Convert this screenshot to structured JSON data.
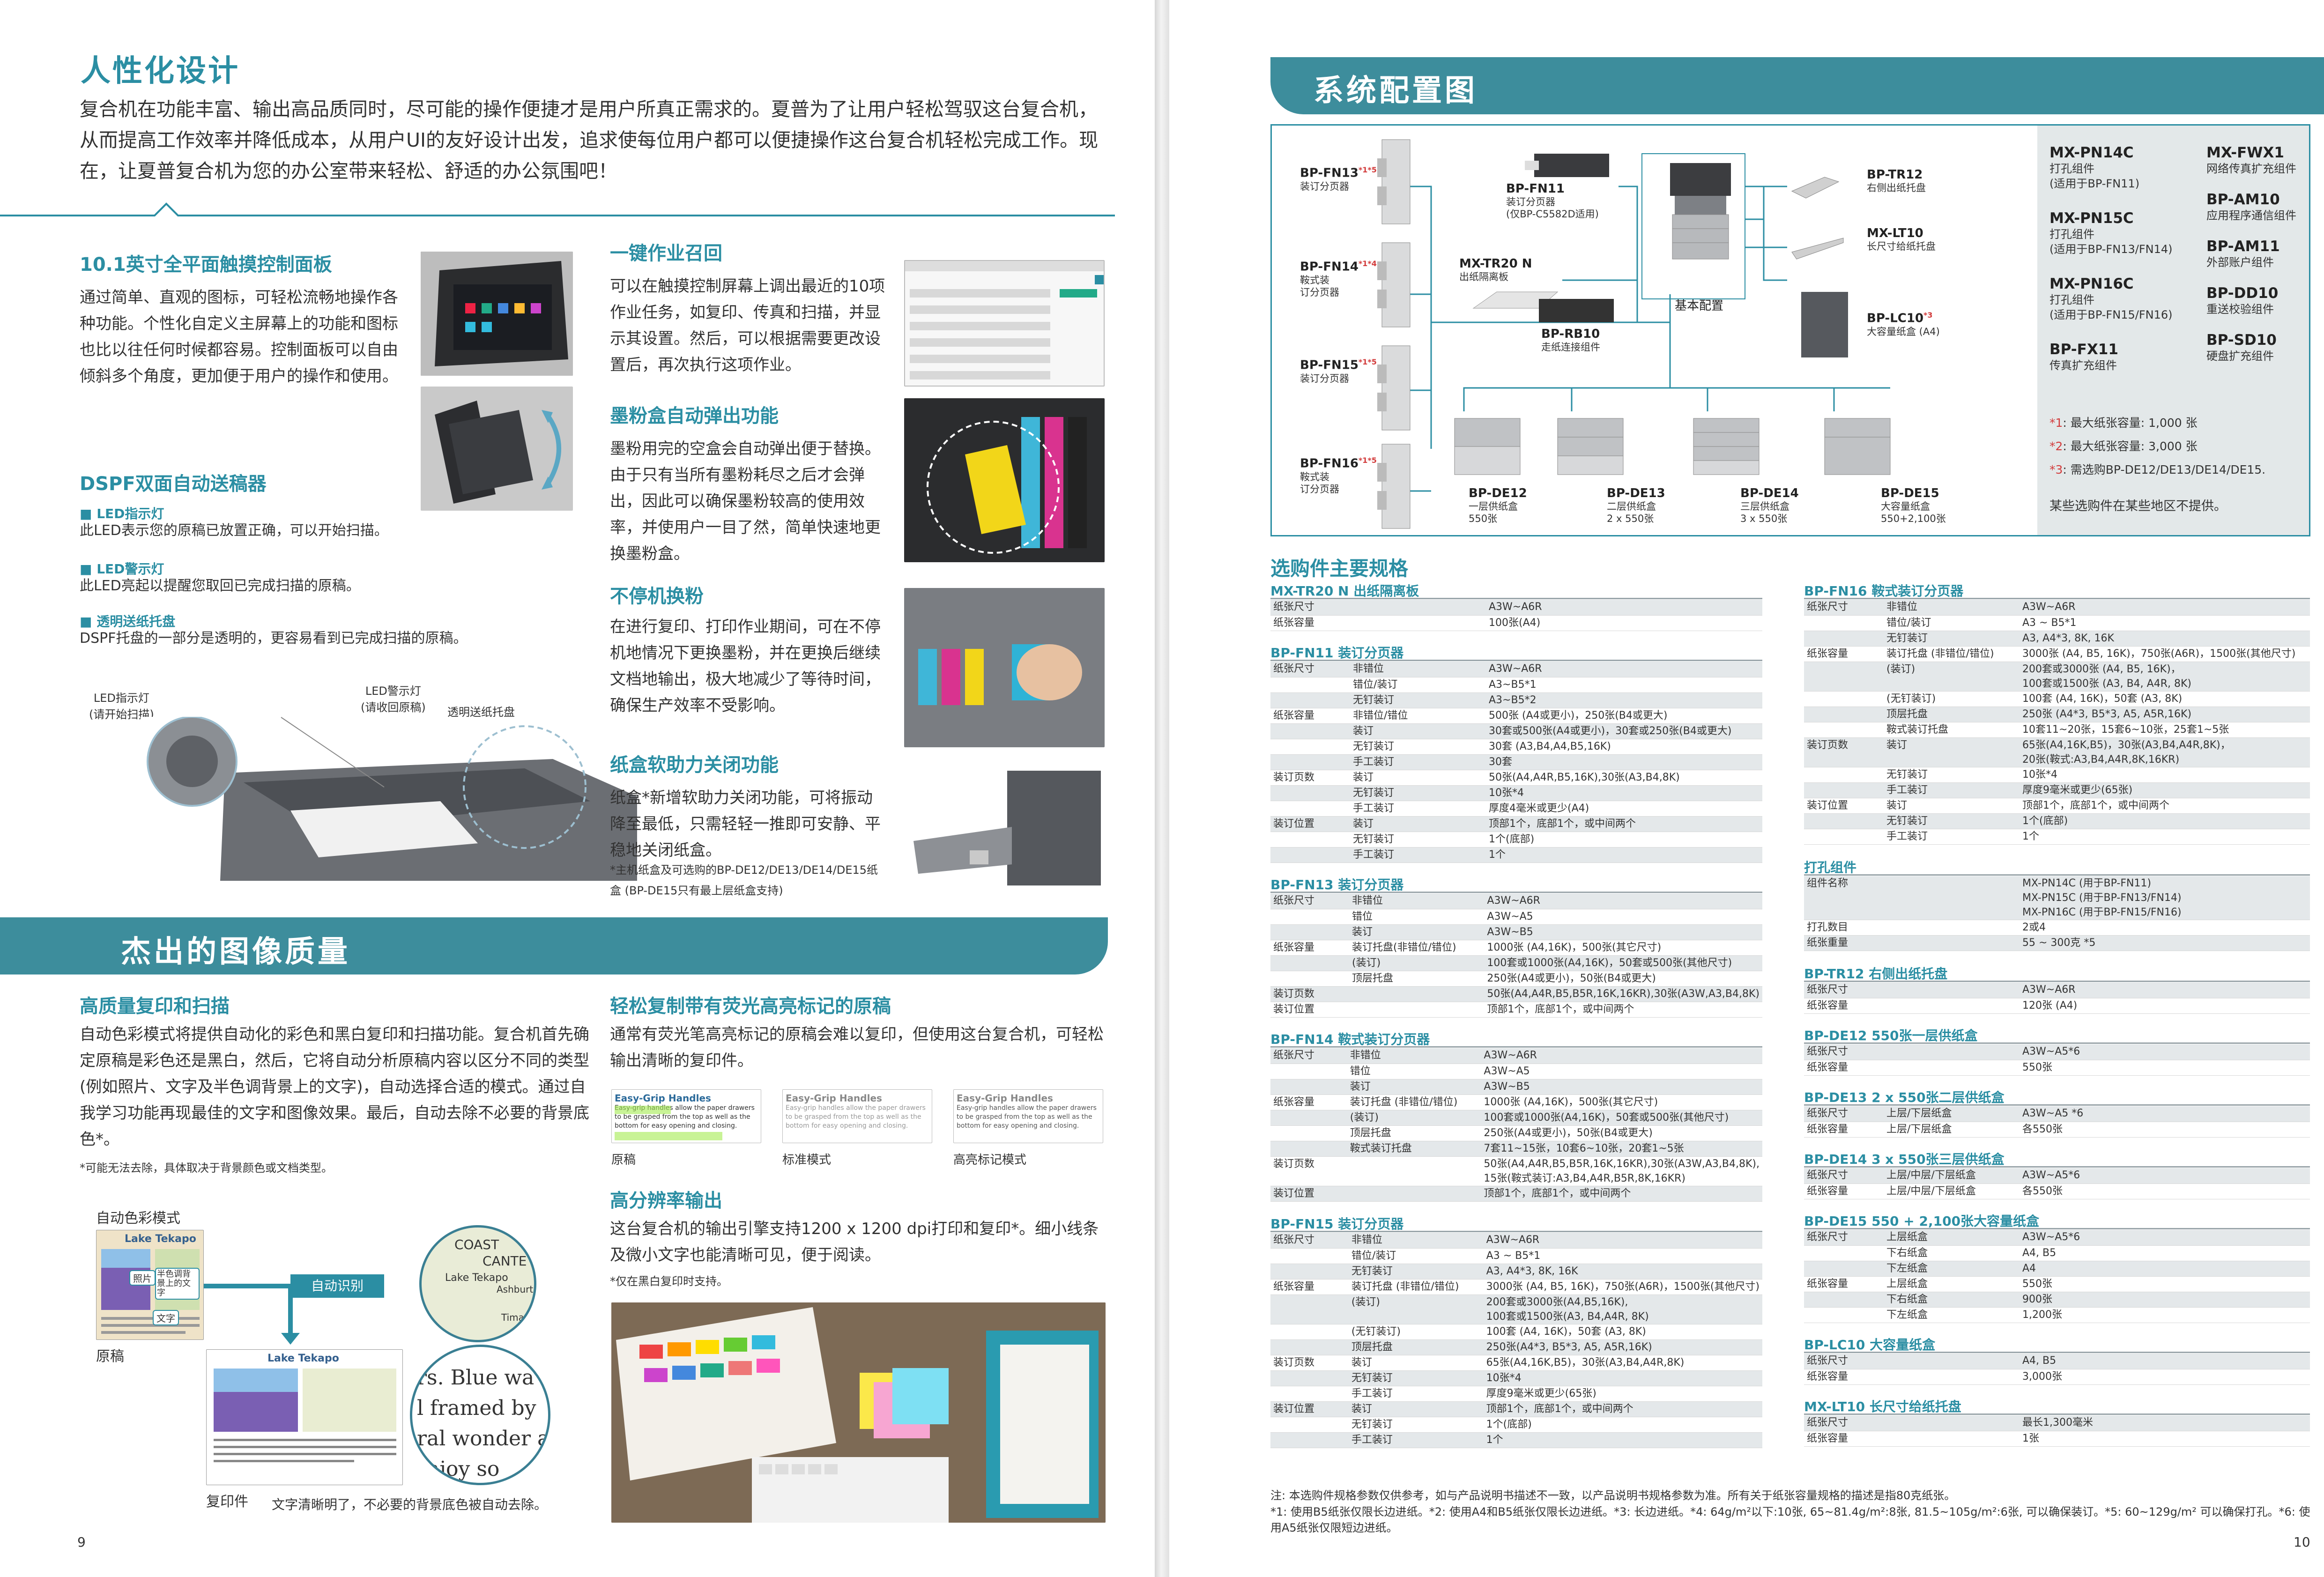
{
  "left": {
    "title": "人性化设计",
    "intro": "复合机在功能丰富、输出高品质同时，尽可能的操作便捷才是用户所真正需求的。夏普为了让用户轻松驾驭这台复合机，从而提高工作效率并降低成本，从用户UI的友好设计出发，追求使每位用户都可以便捷操作这台复合机轻松完成工作。现在，让夏普复合机为您的办公室带来轻松、舒适的办公氛围吧！",
    "panel": {
      "title": "10.1英寸全平面触摸控制面板",
      "text": "通过简单、直观的图标，可轻松流畅地操作各种功能。个性化自定义主屏幕上的功能和图标也比以往任何时候都容易。控制面板可以自由倾斜多个角度，更加便于用户的操作和使用。"
    },
    "dspf": {
      "title": "DSPF双面自动送稿器",
      "items": [
        {
          "head": "■ LED指示灯",
          "text": "此LED表示您的原稿已放置正确，可以开始扫描。"
        },
        {
          "head": "■ LED警示灯",
          "text": "此LED亮起以提醒您取回已完成扫描的原稿。"
        },
        {
          "head": "■ 透明送纸托盘",
          "text": "DSPF托盘的一部分是透明的，更容易看到已完成扫描的原稿。"
        }
      ],
      "callouts": [
        "LED指示灯\n(请开始扫描)",
        "LED警示灯\n(请收回原稿)",
        "透明送纸托盘"
      ]
    },
    "recall": {
      "title": "一键作业召回",
      "text": "可以在触摸控制屏幕上调出最近的10项作业任务，如复印、传真和扫描，并显示其设置。然后，可以根据需要更改设置后，再次执行这项作业。"
    },
    "toner": {
      "title": "墨粉盒自动弹出功能",
      "text": "墨粉用完的空盒会自动弹出便于替换。由于只有当所有墨粉耗尽之后才会弹出，因此可以确保墨粉较高的使用效率，并使用户一目了然，简单快速地更换墨粉盒。"
    },
    "nonstop": {
      "title": "不停机换粉",
      "text": "在进行复印、打印作业期间，可在不停机地情况下更换墨粉，并在更换后继续文档地输出，极大地减少了等待时间，确保生产效率不受影响。"
    },
    "softclose": {
      "title": "纸盒软助力关闭功能",
      "text": "纸盒*新增软助力关闭功能，可将振动降至最低，只需轻轻一推即可安静、平稳地关闭纸盒。",
      "note": "*主机纸盒及可选购的BP-DE12/DE13/DE14/DE15纸盒 (BP-DE15只有最上层纸盒支持)"
    },
    "banner": "杰出的图像质量",
    "hq": {
      "title": "高质量复印和扫描",
      "text": "自动色彩模式将提供自动化的彩色和黑白复印和扫描功能。复合机首先确定原稿是彩色还是黑白，然后，它将自动分析原稿内容以区分不同的类型(例如照片、文字及半色调背景上的文字)，自动选择合适的模式。通过自我学习功能再现最佳的文字和图像效果。最后，自动去除不必要的背景底色*。",
      "note": "*可能无法去除，具体取决于背景颜色或文档类型。",
      "acm": "自动色彩模式",
      "auto": "自动识别",
      "orig": "原稿",
      "copy": "复印件",
      "caption": "文字清晰明了，不必要的背景底色被自动去除。",
      "lake": "Lake Tekapo",
      "photo": "照片",
      "halftone": "半色调背景上的文字",
      "text_tag": "文字",
      "map1": "COAST",
      "map2": "CANTE",
      "map3": "Lake Tekapo",
      "map4": "Ashburt",
      "map5": "Timaru",
      "zoom1": "rs. Blue wa",
      "zoom2": "l framed by",
      "zoom3": "ral wonder a",
      "zoom4": "njoy so"
    },
    "hl": {
      "title": "轻松复制带有荧光高亮标记的原稿",
      "text": "通常有荧光笔高亮标记的原稿会难以复印，但使用这台复合机，可轻松输出清晰的复印件。",
      "samples": [
        "原稿",
        "标准模式",
        "高亮标记模式"
      ],
      "sample_head": "Easy-Grip Handles",
      "sample_body": "Easy-grip handles allow the paper drawers to be grasped from the top as well as the bottom for easy opening and closing."
    },
    "res": {
      "title": "高分辨率输出",
      "text": "这台复合机的输出引擎支持1200 x 1200 dpi打印和复印*。细小线条及微小文字也能清晰可见，便于阅读。",
      "note": "*仅在黑白复印时支持。"
    },
    "page_no": "9"
  },
  "right": {
    "banner": "系统配置图",
    "diagram": {
      "fn13": {
        "name": "BP-FN13",
        "mark": "*1*5",
        "desc": "装订分页器"
      },
      "fn14": {
        "name": "BP-FN14",
        "mark": "*1*4",
        "desc": "鞍式装\n订分页器"
      },
      "fn15": {
        "name": "BP-FN15",
        "mark": "*1*5",
        "desc": "装订分页器"
      },
      "fn16": {
        "name": "BP-FN16",
        "mark": "*1*5",
        "desc": "鞍式装\n订分页器"
      },
      "fn11": {
        "name": "BP-FN11",
        "desc": "装订分页器\n(仅BP-C5582D适用)"
      },
      "tr20": {
        "name": "MX-TR20 N",
        "desc": "出纸隔离板"
      },
      "rb10": {
        "name": "BP-RB10",
        "desc": "走纸连接组件"
      },
      "tr12": {
        "name": "BP-TR12",
        "desc": "右侧出纸托盘"
      },
      "lt10": {
        "name": "MX-LT10",
        "desc": "长尺寸给纸托盘"
      },
      "lc10": {
        "name": "BP-LC10",
        "mark": "*3",
        "desc": "大容量纸盒 (A4)"
      },
      "base": "基本配置",
      "de12": {
        "name": "BP-DE12",
        "desc": "一层供纸盒\n550张"
      },
      "de13": {
        "name": "BP-DE13",
        "desc": "二层供纸盒\n2 x 550张"
      },
      "de14": {
        "name": "BP-DE14",
        "desc": "三层供纸盒\n3 x 550张"
      },
      "de15": {
        "name": "BP-DE15",
        "desc": "大容量纸盒\n550+2,100张"
      },
      "side": [
        {
          "name": "MX-PN14C",
          "desc": "打孔组件\n(适用于BP-FN11)"
        },
        {
          "name": "MX-FWX1",
          "desc": "网络传真扩充组件"
        },
        {
          "name": "MX-PN15C",
          "desc": "打孔组件\n(适用于BP-FN13/FN14)"
        },
        {
          "name": "BP-AM10",
          "desc": "应用程序通信组件"
        },
        {
          "name": "MX-PN16C",
          "desc": "打孔组件\n(适用于BP-FN15/FN16)"
        },
        {
          "name": "BP-AM11",
          "desc": "外部账户组件"
        },
        {
          "name": "BP-FX11",
          "desc": "传真扩充组件"
        },
        {
          "name": "BP-DD10",
          "desc": "重送校验组件"
        },
        {
          "name": "BP-SD10",
          "desc": "硬盘扩充组件"
        }
      ],
      "notes": [
        {
          "mark": "*1",
          "text": ": 最大纸张容量: 1,000 张"
        },
        {
          "mark": "*2",
          "text": ": 最大纸张容量: 3,000 张"
        },
        {
          "mark": "*3",
          "text": ": 需选购BP-DE12/DE13/DE14/DE15."
        }
      ],
      "region_note": "某些选购件在某些地区不提供。"
    },
    "spec_heading": "选购件主要规格",
    "specs_left": [
      {
        "title": "MX-TR20 N 出纸隔离板",
        "rows": [
          [
            "纸张尺寸",
            "",
            "A3W~A6R"
          ],
          [
            "纸张容量",
            "",
            "100张(A4)"
          ]
        ]
      },
      {
        "title": "BP-FN11 装订分页器",
        "rows": [
          [
            "纸张尺寸",
            "非错位",
            "A3W~A6R"
          ],
          [
            "",
            "错位/装订",
            "A3~B5*1"
          ],
          [
            "",
            "无钉装订",
            "A3~B5*2"
          ],
          [
            "纸张容量",
            "非错位/错位",
            "500张 (A4或更小)，250张(B4或更大)"
          ],
          [
            "",
            "装订",
            "30套或500张(A4或更小)，30套或250张(B4或更大)"
          ],
          [
            "",
            "无钉装订",
            "30套 (A3,B4,A4,B5,16K)"
          ],
          [
            "",
            "手工装订",
            "30套"
          ],
          [
            "装订页数",
            "装订",
            "50张(A4,A4R,B5,16K),30张(A3,B4,8K)"
          ],
          [
            "",
            "无钉装订",
            "10张*4"
          ],
          [
            "",
            "手工装订",
            "厚度4毫米或更少(A4)"
          ],
          [
            "装订位置",
            "装订",
            "顶部1个，底部1个，或中间两个"
          ],
          [
            "",
            "无钉装订",
            "1个(底部)"
          ],
          [
            "",
            "手工装订",
            "1个"
          ]
        ]
      },
      {
        "title": "BP-FN13 装订分页器",
        "rows": [
          [
            "纸张尺寸",
            "非错位",
            "A3W~A6R"
          ],
          [
            "",
            "错位",
            "A3W~A5"
          ],
          [
            "",
            "装订",
            "A3W~B5"
          ],
          [
            "纸张容量",
            "装订托盘(非错位/错位)",
            "1000张 (A4,16K)，500张(其它尺寸)"
          ],
          [
            "",
            "(装订)",
            "100套或1000张(A4,16K)，50套或500张(其他尺寸)"
          ],
          [
            "",
            "顶层托盘",
            "250张(A4或更小)，50张(B4或更大)"
          ],
          [
            "装订页数",
            "",
            "50张(A4,A4R,B5,B5R,16K,16KR),30张(A3W,A3,B4,8K)"
          ],
          [
            "装订位置",
            "",
            "顶部1个，底部1个，或中间两个"
          ]
        ]
      },
      {
        "title": "BP-FN14 鞍式装订分页器",
        "rows": [
          [
            "纸张尺寸",
            "非错位",
            "A3W~A6R"
          ],
          [
            "",
            "错位",
            "A3W~A5"
          ],
          [
            "",
            "装订",
            "A3W~B5"
          ],
          [
            "纸张容量",
            "装订托盘 (非错位/错位)",
            "1000张 (A4,16K)，500张(其它尺寸)"
          ],
          [
            "",
            "(装订)",
            "100套或1000张(A4,16K)，50套或500张(其他尺寸)"
          ],
          [
            "",
            "顶层托盘",
            "250张(A4或更小)，50张(B4或更大)"
          ],
          [
            "",
            "鞍式装订托盘",
            "7套11~15张，10套6~10张，20套1~5张"
          ],
          [
            "装订页数",
            "",
            "50张(A4,A4R,B5,B5R,16K,16KR),30张(A3W,A3,B4,8K),\n15张(鞍式装订:A3,B4,A4R,B5R,8K,16KR)"
          ],
          [
            "装订位置",
            "",
            "顶部1个，底部1个，或中间两个"
          ]
        ]
      },
      {
        "title": "BP-FN15 装订分页器",
        "rows": [
          [
            "纸张尺寸",
            "非错位",
            "A3W~A6R"
          ],
          [
            "",
            "错位/装订",
            "A3 ~ B5*1"
          ],
          [
            "",
            "无钉装订",
            "A3, A4*3, 8K, 16K"
          ],
          [
            "纸张容量",
            "装订托盘 (非错位/错位)",
            "3000张 (A4, B5, 16K)，750张(A6R)，1500张(其他尺寸)"
          ],
          [
            "",
            "(装订)",
            "200套或3000张(A4,B5,16K),\n100套或1500张(A3, B4,A4R, 8K)"
          ],
          [
            "",
            "(无钉装订)",
            "100套 (A4, 16K)，50套 (A3, 8K)"
          ],
          [
            "",
            "顶层托盘",
            "250张(A4*3, B5*3, A5, A5R,16K)"
          ],
          [
            "装订页数",
            "装订",
            "65张(A4,16K,B5)，30张(A3,B4,A4R,8K)"
          ],
          [
            "",
            "无钉装订",
            "10张*4"
          ],
          [
            "",
            "手工装订",
            "厚度9毫米或更少(65张)"
          ],
          [
            "装订位置",
            "装订",
            "顶部1个，底部1个，或中间两个"
          ],
          [
            "",
            "无钉装订",
            "1个(底部)"
          ],
          [
            "",
            "手工装订",
            "1个"
          ]
        ]
      }
    ],
    "specs_right": [
      {
        "title": "BP-FN16 鞍式装订分页器",
        "rows": [
          [
            "纸张尺寸",
            "非错位",
            "A3W~A6R"
          ],
          [
            "",
            "错位/装订",
            "A3 ~ B5*1"
          ],
          [
            "",
            "无钉装订",
            "A3, A4*3, 8K, 16K"
          ],
          [
            "纸张容量",
            "装订托盘 (非错位/错位)",
            "3000张 (A4, B5, 16K)，750张(A6R)，1500张(其他尺寸)"
          ],
          [
            "",
            "(装订)",
            "200套或3000张 (A4, B5, 16K)，\n100套或1500张 (A3, B4, A4R, 8K)"
          ],
          [
            "",
            "(无钉装订)",
            "100套 (A4, 16K)，50套 (A3, 8K)"
          ],
          [
            "",
            "顶层托盘",
            "250张 (A4*3, B5*3, A5, A5R,16K)"
          ],
          [
            "",
            "鞍式装订托盘",
            "10套11~20张，15套6~10张，25套1~5张"
          ],
          [
            "装订页数",
            "装订",
            "65张(A4,16K,B5)，30张(A3,B4,A4R,8K)，\n20张(鞍式:A3,B4,A4R,8K,16KR)"
          ],
          [
            "",
            "无钉装订",
            "10张*4"
          ],
          [
            "",
            "手工装订",
            "厚度9毫米或更少(65张)"
          ],
          [
            "装订位置",
            "装订",
            "顶部1个，底部1个，或中间两个"
          ],
          [
            "",
            "无钉装订",
            "1个(底部)"
          ],
          [
            "",
            "手工装订",
            "1个"
          ]
        ]
      },
      {
        "title": "打孔组件",
        "rows": [
          [
            "组件名称",
            "",
            "MX-PN14C (用于BP-FN11)\nMX-PN15C (用于BP-FN13/FN14)\nMX-PN16C (用于BP-FN15/FN16)"
          ],
          [
            "打孔数目",
            "",
            "2或4"
          ],
          [
            "纸张重量",
            "",
            "55 ~ 300克 *5"
          ]
        ]
      },
      {
        "title": "BP-TR12 右侧出纸托盘",
        "rows": [
          [
            "纸张尺寸",
            "",
            "A3W~A6R"
          ],
          [
            "纸张容量",
            "",
            "120张 (A4)"
          ]
        ]
      },
      {
        "title": "BP-DE12 550张一层供纸盒",
        "rows": [
          [
            "纸张尺寸",
            "",
            "A3W~A5*6"
          ],
          [
            "纸张容量",
            "",
            "550张"
          ]
        ]
      },
      {
        "title": "BP-DE13 2 x 550张二层供纸盒",
        "rows": [
          [
            "纸张尺寸",
            "上层/下层纸盒",
            "A3W~A5 *6"
          ],
          [
            "纸张容量",
            "上层/下层纸盒",
            "各550张"
          ]
        ]
      },
      {
        "title": "BP-DE14 3 x 550张三层供纸盒",
        "rows": [
          [
            "纸张尺寸",
            "上层/中层/下层纸盒",
            "A3W~A5*6"
          ],
          [
            "纸张容量",
            "上层/中层/下层纸盒",
            "各550张"
          ]
        ]
      },
      {
        "title": "BP-DE15 550 + 2,100张大容量纸盒",
        "rows": [
          [
            "纸张尺寸",
            "上层纸盒",
            "A3W~A5*6"
          ],
          [
            "",
            "下右纸盒",
            "A4, B5"
          ],
          [
            "",
            "下左纸盒",
            "A4"
          ],
          [
            "纸张容量",
            "上层纸盒",
            "550张"
          ],
          [
            "",
            "下右纸盒",
            "900张"
          ],
          [
            "",
            "下左纸盒",
            "1,200张"
          ]
        ]
      },
      {
        "title": "BP-LC10 大容量纸盒",
        "rows": [
          [
            "纸张尺寸",
            "",
            "A4, B5"
          ],
          [
            "纸张容量",
            "",
            "3,000张"
          ]
        ]
      },
      {
        "title": "MX-LT10 长尺寸给纸托盘",
        "rows": [
          [
            "纸张尺寸",
            "",
            "最长1,300毫米"
          ],
          [
            "纸张容量",
            "",
            "1张"
          ]
        ]
      }
    ],
    "footnote1": "注: 本选购件规格参数仅供参考，如与产品说明书描述不一致，以产品说明书规格参数为准。所有关于纸张容量规格的描述是指80克纸张。",
    "footnote2": "*1: 使用B5纸张仅限长边进纸。*2: 使用A4和B5纸张仅限长边进纸。*3: 长边进纸。*4: 64g/m²以下:10张, 65~81.4g/m²:8张, 81.5~105g/m²:6张, 可以确保装订。*5: 60~129g/m² 可以确保打孔。*6: 使用A5纸张仅限短边进纸。",
    "page_no": "10"
  },
  "colors": {
    "accent": "#2b8ea3",
    "banner": "#3d8d9c",
    "red": "#d23b3b"
  }
}
